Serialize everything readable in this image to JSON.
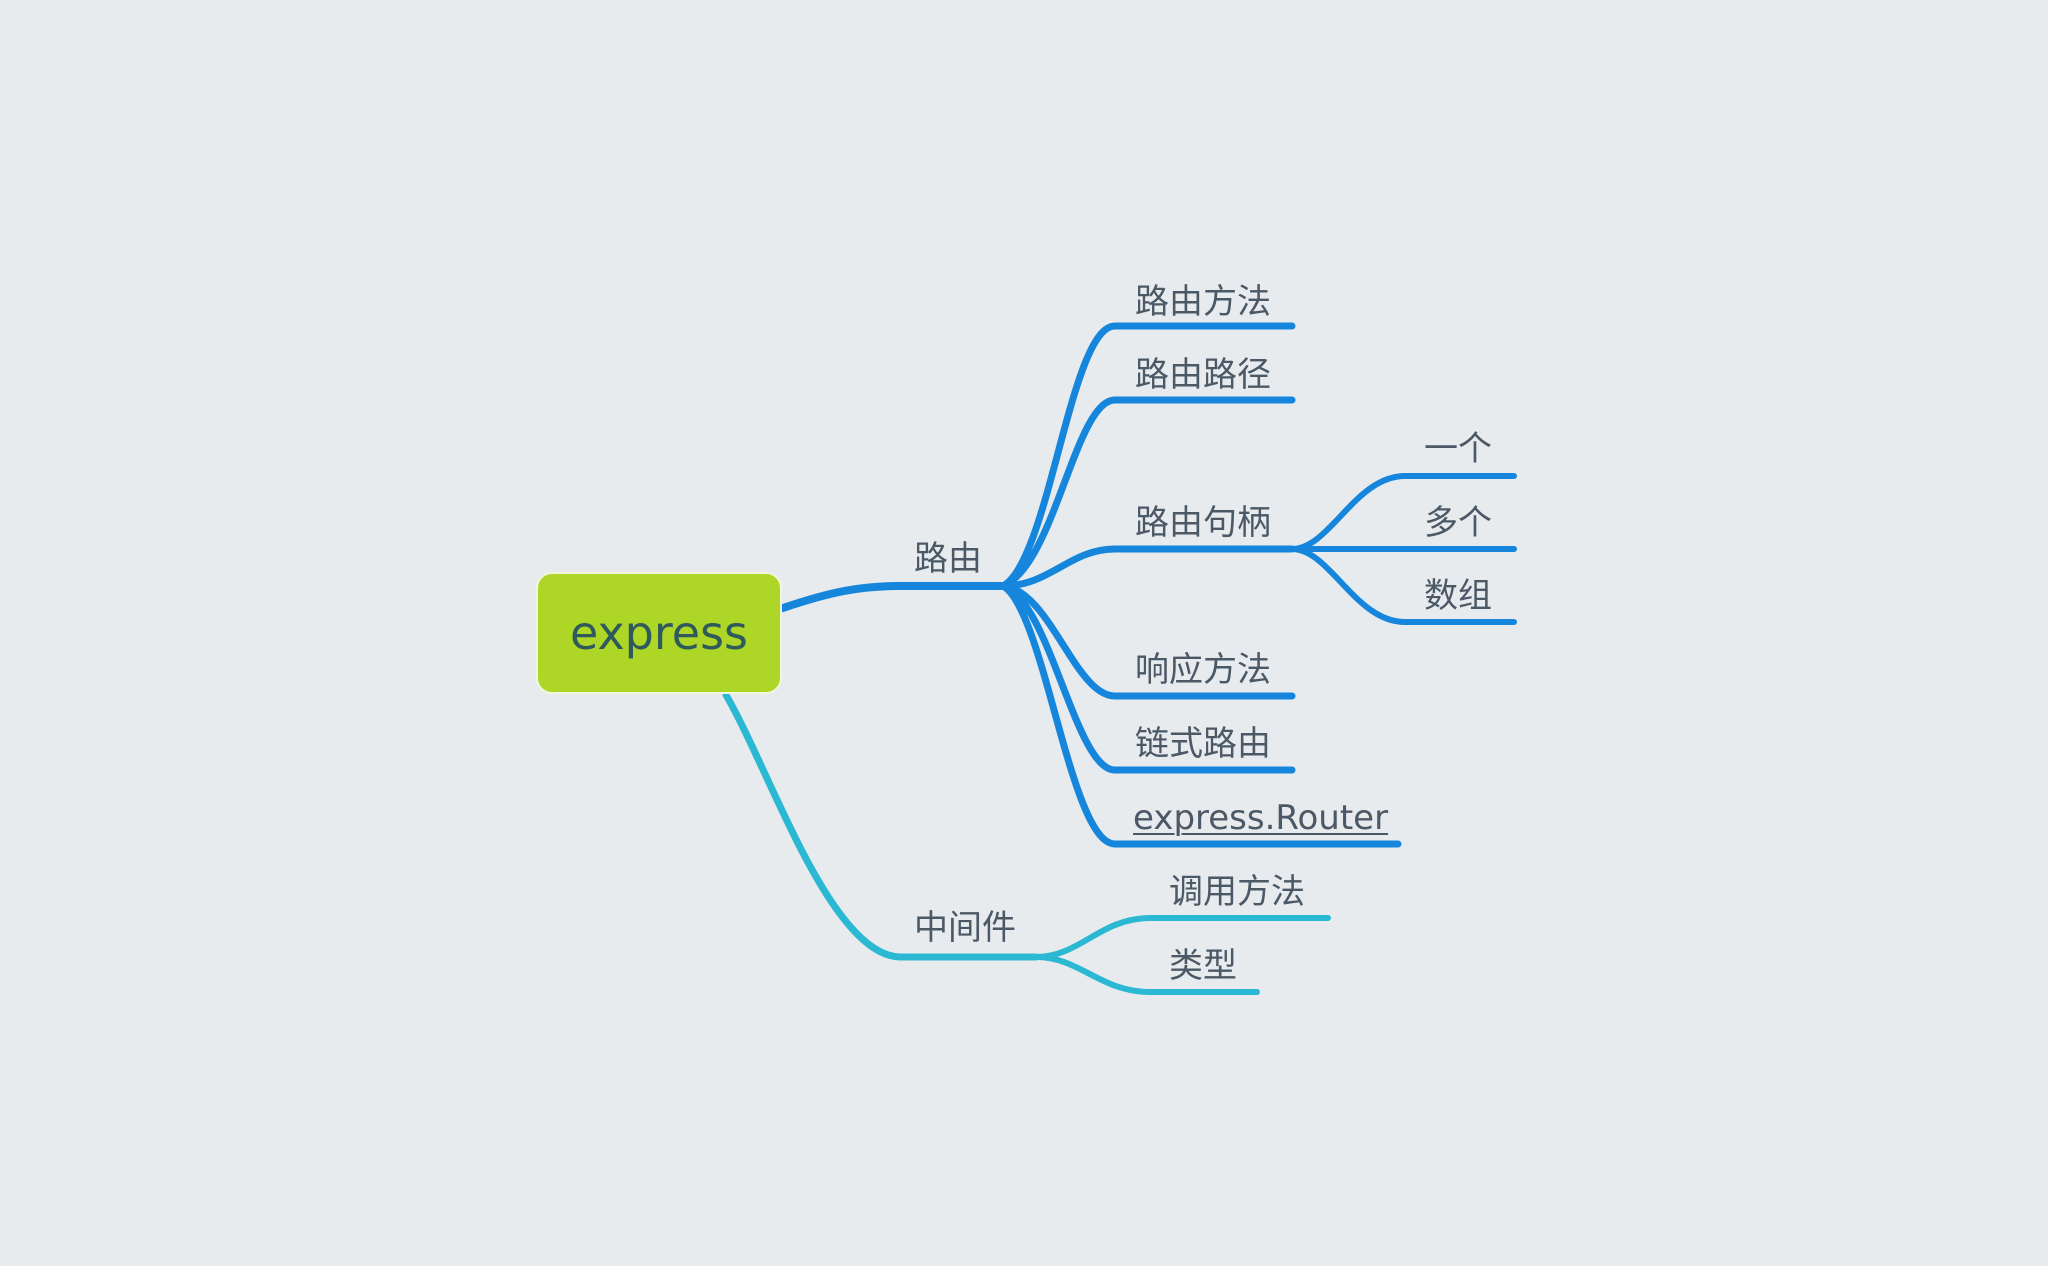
{
  "colors": {
    "background": "#e7ebee",
    "root_fill": "#aed626",
    "root_text": "#2e5a5c",
    "branch_routing": "#1586dc",
    "branch_middleware": "#2bb8d3",
    "label_text": "#4b5866"
  },
  "root": {
    "label": "express"
  },
  "branches": [
    {
      "id": "routing",
      "label": "路由",
      "children": [
        {
          "label": "路由方法"
        },
        {
          "label": "路由路径"
        },
        {
          "label": "路由句柄",
          "children": [
            {
              "label": "一个"
            },
            {
              "label": "多个"
            },
            {
              "label": "数组"
            }
          ]
        },
        {
          "label": "响应方法"
        },
        {
          "label": "链式路由"
        },
        {
          "label": "express.Router",
          "hyperlink": true
        }
      ]
    },
    {
      "id": "middleware",
      "label": "中间件",
      "children": [
        {
          "label": "调用方法"
        },
        {
          "label": "类型"
        }
      ]
    }
  ]
}
